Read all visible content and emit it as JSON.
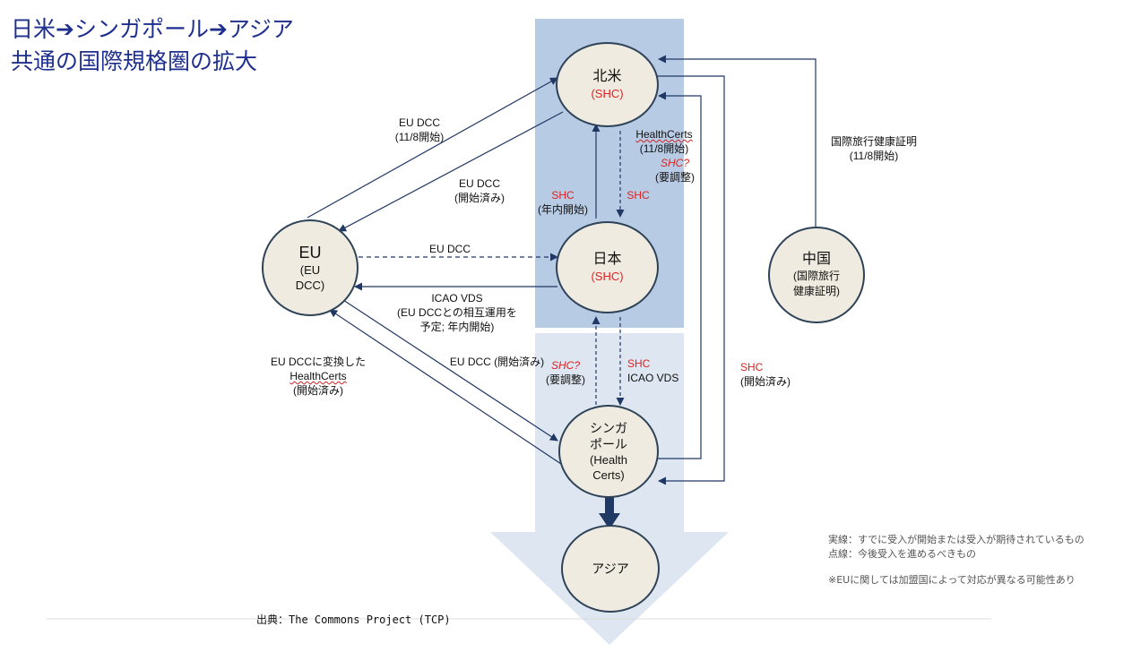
{
  "title": {
    "line1": "日米➔シンガポール➔アジア",
    "line2": "共通の国際規格圏の拡大"
  },
  "nodes": {
    "na": {
      "name": "北米",
      "sub": "(SHC)"
    },
    "jp": {
      "name": "日本",
      "sub": "(SHC)"
    },
    "eu": {
      "name": "EU",
      "sub1": "(EU",
      "sub2": "DCC)"
    },
    "cn": {
      "name": "中国",
      "sub1": "(国際旅行",
      "sub2": "健康証明)"
    },
    "sg": {
      "l1": "シンガ",
      "l2": "ポール",
      "l3": "(Health",
      "l4": "Certs)"
    },
    "asia": {
      "name": "アジア"
    }
  },
  "labels": {
    "eu_to_na": {
      "l1": "EU DCC",
      "l2": "(11/8開始)"
    },
    "na_to_eu": {
      "l1": "EU DCC",
      "l2": "(開始済み)"
    },
    "eu_to_jp": {
      "l1": "EU DCC"
    },
    "jp_to_eu": {
      "l1": "ICAO VDS",
      "l2": "(EU DCCとの相互運用を",
      "l3": "予定; 年内開始)"
    },
    "na_to_sg": {
      "l1": "HealthCerts",
      "l2": "(11/8開始)"
    },
    "sg_to_na": {
      "l1": "SHC?",
      "l2": "(要調整)"
    },
    "jp_to_na": {
      "l1": "SHC",
      "l2": "(年内開始)"
    },
    "na_to_jp": {
      "l1": "SHC"
    },
    "cn_to_na": {
      "l1": "国際旅行健康証明",
      "l2": "(11/8開始)"
    },
    "sg_to_eu": {
      "l1": "EU DCCに変換した",
      "l2": "HealthCerts",
      "l3": "(開始済み)"
    },
    "eu_to_sg": {
      "l1": "EU DCC (開始済み)"
    },
    "sg_to_jp": {
      "l1": "SHC?",
      "l2": "(要調整)"
    },
    "jp_to_sg": {
      "l1": "SHC",
      "l2": "ICAO VDS"
    },
    "na_sg_shc": {
      "l1": "SHC",
      "l2": "(開始済み)"
    }
  },
  "legend": {
    "solid": "実線：すでに受入が開始または受入が期待されているもの",
    "dashed": "点線：今後受入を進めるべきもの",
    "note": "※EUに関しては加盟国によって対応が異なる可能性あり"
  },
  "source": "出典：The Commons Project (TCP)",
  "colors": {
    "title": "#1f2f8f",
    "dark_band": "#b8cbe4",
    "light_band": "#dde6f1",
    "node_fill": "#efebe0",
    "node_border": "#2e4258",
    "arrow": "#203864",
    "red": "#e02020"
  }
}
